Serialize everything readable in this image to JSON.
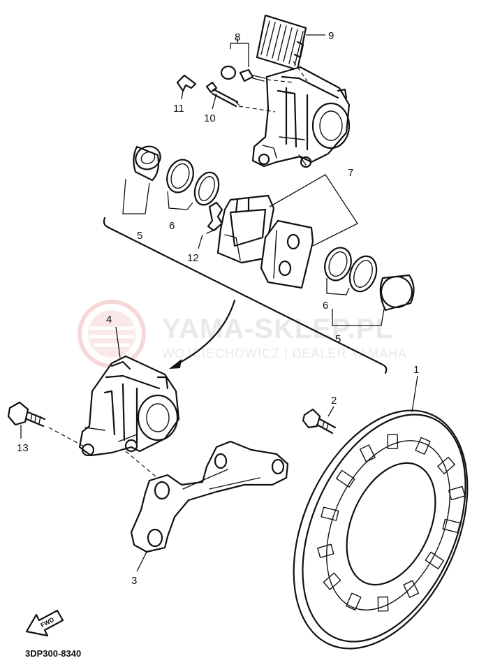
{
  "diagram_code": "3DP300-8340",
  "fwd_label": "FWD",
  "watermark": {
    "title": "YAMA-SKLEP.PL",
    "subtitle": "WOJCIECHOWICZ | DEALER YAMAHA",
    "color": "#e6e6e6",
    "logo_color": "#f3c8c8"
  },
  "part_labels": {
    "p1": "1",
    "p2": "2",
    "p3": "3",
    "p4": "4",
    "p5a": "5",
    "p5b": "5",
    "p6a": "6",
    "p6b": "6",
    "p7": "7",
    "p8": "8",
    "p9": "9",
    "p10": "10",
    "p11": "11",
    "p12": "12",
    "p13": "13"
  }
}
